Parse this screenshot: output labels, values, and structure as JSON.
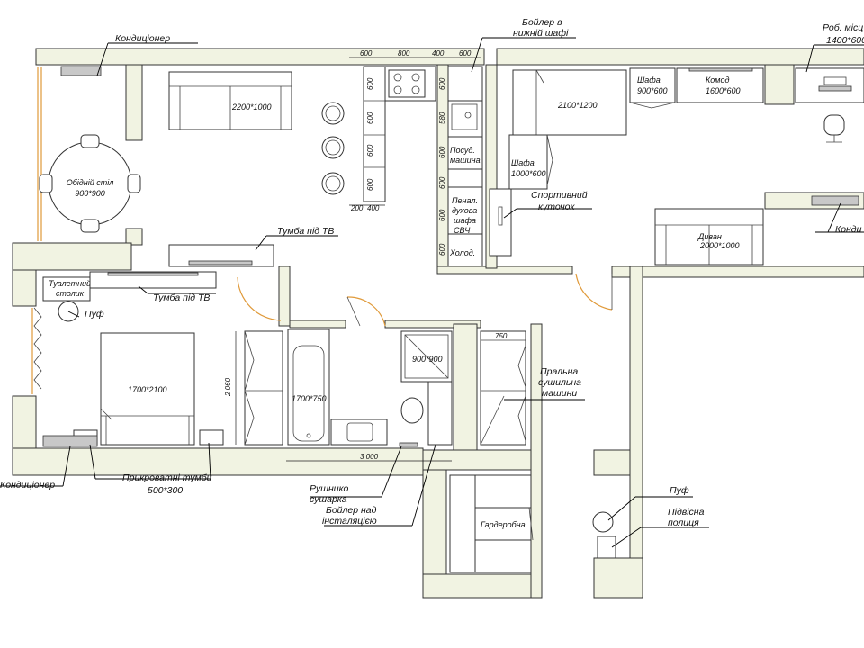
{
  "labels": {
    "ac_top": "Кондиціонер",
    "boiler_lower_1": "Бойлер в",
    "boiler_lower_2": "нижній шафі",
    "workplace_1": "Роб. місц",
    "workplace_2": "1400*600",
    "sofa_living": "2200*1000",
    "dining_1": "Обідній стіл",
    "dining_2": "900*900",
    "tv_stand_1": "Тумба під ТВ",
    "tv_stand_2": "Тумба під ТВ",
    "vanity_1": "Туалетний",
    "vanity_2": "столик",
    "pouf_1": "Пуф",
    "pouf_2": "Пуф",
    "bed_main": "1700*2100",
    "ac_left": "Кондиціонер",
    "nightstands_1": "Прикроватні тумби",
    "nightstands_2": "500*300",
    "towel_dryer_1": "Рушнико",
    "towel_dryer_2": "сушарка",
    "boiler_install_1": "Бойлер над",
    "boiler_install_2": "інсталяцією",
    "bathtub": "1700*750",
    "shower": "900*900",
    "laundry_1": "Пральна",
    "laundry_2": "сушильна",
    "laundry_3": "машини",
    "wardrobe_room": "Гардеробна",
    "hanging_shelf_1": "Підвісна",
    "hanging_shelf_2": "полиця",
    "dishwasher_1": "Посуд.",
    "dishwasher_2": "машина",
    "pencil_1": "Пенал.",
    "pencil_2": "духова",
    "pencil_3": "шафа",
    "pencil_4": "СВЧ",
    "fridge": "Холод.",
    "bed_second": "2100*1200",
    "wardrobe_small_1": "Шафа",
    "wardrobe_small_2": "900*600",
    "dresser_1": "Комод",
    "dresser_2": "1600*600",
    "wardrobe_side_1": "Шафа",
    "wardrobe_side_2": "1000*600",
    "sport_1": "Спортивний",
    "sport_2": "куточок",
    "sofa_second_1": "Диван",
    "sofa_second_2": "2000*1000",
    "ac_right": "Конди"
  },
  "dims": {
    "k_top_1": "600",
    "k_top_2": "800",
    "k_top_3": "400",
    "k_top_4": "600",
    "k_left_1": "600",
    "k_left_2": "600",
    "k_left_3": "600",
    "k_left_4": "600",
    "k_bot_1": "200",
    "k_bot_2": "400",
    "k_right_1": "600",
    "k_right_2": "580",
    "k_right_3": "600",
    "k_right_4": "600",
    "k_right_5": "600",
    "k_right_6": "600",
    "bath_height": "2 060",
    "bath_width": "3 000",
    "laundry_w": "750"
  }
}
